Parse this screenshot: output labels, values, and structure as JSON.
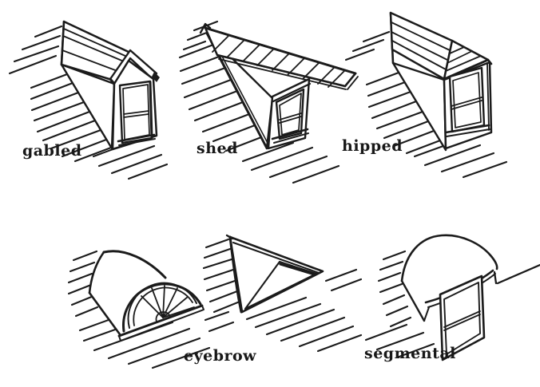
{
  "page": {
    "background": "#ffffff",
    "ink": "#1b1b1b",
    "subject": "dormer types line-art diagram"
  },
  "labels": {
    "gabled": "gabled",
    "shed": "shed",
    "hipped": "hipped",
    "eyebrow": "eyebrow",
    "segmental": "segmental"
  }
}
